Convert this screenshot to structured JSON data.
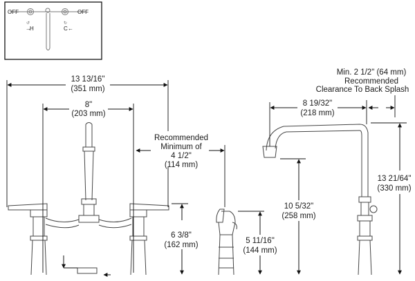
{
  "inset": {
    "left_valve": "OFF",
    "right_valve": "OFF",
    "hot_mark": "H",
    "cold_mark": "C"
  },
  "dimensions": {
    "overall_width": {
      "imperial": "13 13/16\"",
      "metric": "(351 mm)"
    },
    "center_spread": {
      "imperial": "8\"",
      "metric": "(203 mm)"
    },
    "min_spacing": {
      "line1": "Recommended",
      "line2": "Minimum of",
      "line3": "4 1/2\"",
      "line4": "(114 mm)"
    },
    "handle_height": {
      "imperial": "6 3/8\"",
      "metric": "(162 mm)"
    },
    "sprayer_height": {
      "imperial": "5 11/16\"",
      "metric": "(144 mm)"
    },
    "spout_reach": {
      "imperial": "8 19/32\"",
      "metric": "(218 mm)"
    },
    "spout_clearance": {
      "imperial": "10 5/32\"",
      "metric": "(258 mm)"
    },
    "total_height": {
      "imperial": "13 21/64\"",
      "metric": "(330 mm)"
    },
    "back_clearance": {
      "line1": "Min. 2 1/2\" (64 mm)",
      "line2": "Recommended",
      "line3": "Clearance To Back Splash"
    }
  }
}
